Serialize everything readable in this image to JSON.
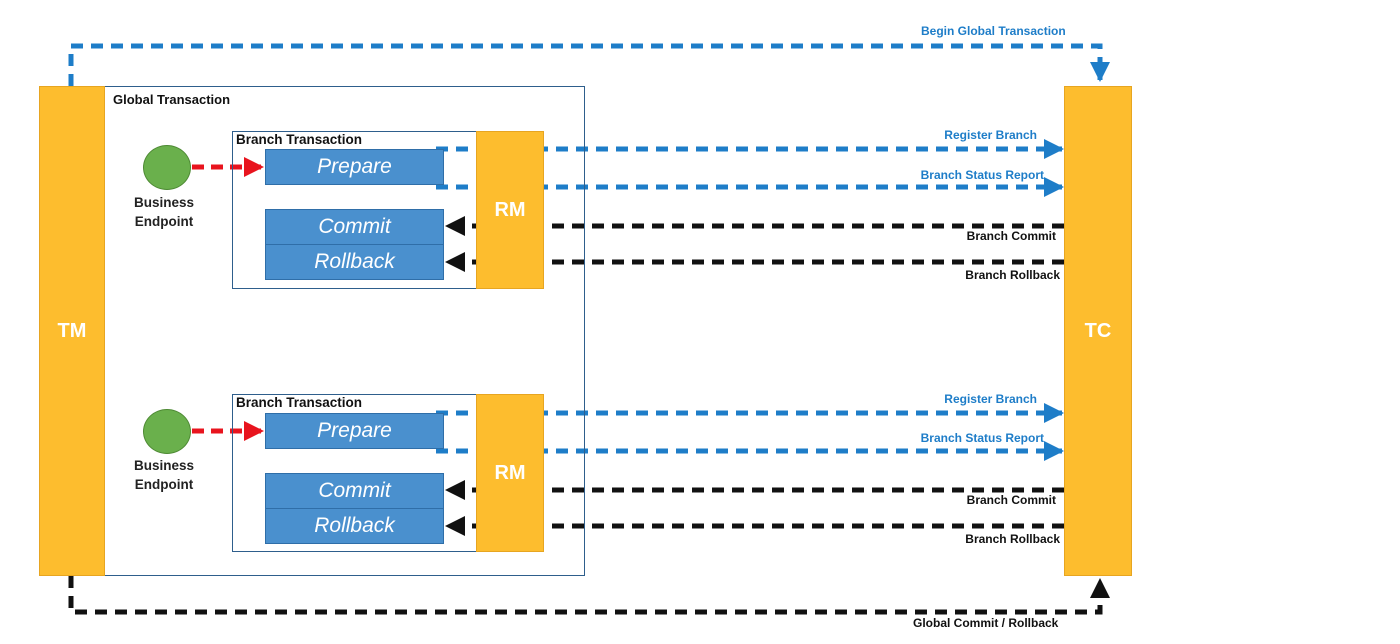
{
  "nodes": {
    "tm": "TM",
    "tc": "TC",
    "rm": "RM",
    "global_frame": "Global Transaction",
    "branch_frame": "Branch Transaction",
    "prepare": "Prepare",
    "commit": "Commit",
    "rollback": "Rollback",
    "endpoint_line1": "Business",
    "endpoint_line2": "Endpoint"
  },
  "edges": {
    "begin_global": "Begin Global Transaction",
    "register_branch": "Register Branch",
    "branch_status": "Branch Status Report",
    "branch_commit": "Branch Commit",
    "branch_rollback": "Branch Rollback",
    "global_commit_rollback": "Global Commit / Rollback"
  },
  "colors": {
    "component_fill": "#FDBD2E",
    "phase_fill": "#4A90CE",
    "endpoint_fill": "#6AB04C",
    "blue_arrow": "#1E7DC8",
    "black_arrow": "#111111",
    "red_arrow": "#E8141E"
  }
}
